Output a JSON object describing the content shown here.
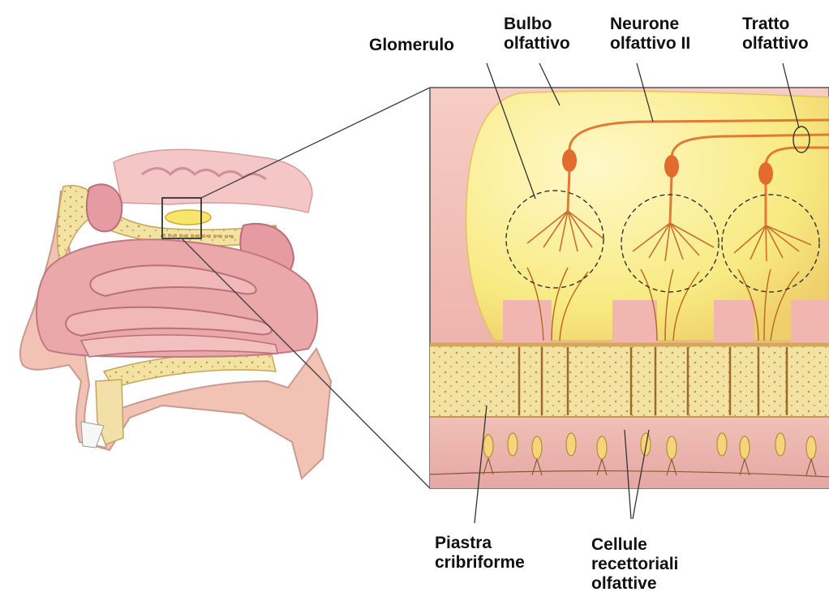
{
  "labels": {
    "glomerulo": [
      "Glomerulo"
    ],
    "bulbo": [
      "Bulbo",
      "olfattivo"
    ],
    "neurone": [
      "Neurone",
      "olfattivo II"
    ],
    "tratto": [
      "Tratto",
      "olfattivo"
    ],
    "piastra": [
      "Piastra",
      "cribriforme"
    ],
    "cellule": [
      "Cellule",
      "recettoriali",
      "olfattive"
    ]
  },
  "colors": {
    "skin": "#e8a9a8",
    "skin_dark": "#c97d80",
    "bone": "#f2dfa0",
    "bulb": "#f8ec86",
    "neuron": "#e8823c",
    "tissue": "#f2b9b1",
    "line": "#333333"
  }
}
